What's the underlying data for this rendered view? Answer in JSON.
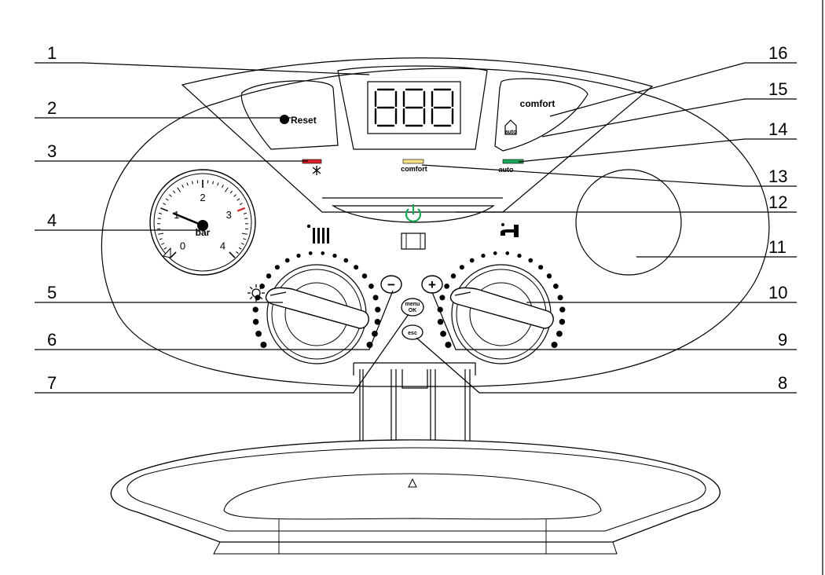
{
  "display": {
    "digits": "888"
  },
  "buttons": {
    "reset": {
      "label": "Reset"
    },
    "comfort": {
      "label": "comfort"
    },
    "auto": {
      "label": "auto"
    },
    "minus": {
      "label": "−"
    },
    "plus": {
      "label": "+"
    },
    "menu_ok": {
      "line1": "menu",
      "line2": "OK"
    },
    "esc": {
      "label": "esc"
    }
  },
  "indicators": {
    "fault": {
      "color": "#d9252a",
      "icon": "flame-lockout-icon"
    },
    "comfort": {
      "label": "comfort",
      "color": "#f6e08a"
    },
    "auto": {
      "label": "auto",
      "color": "#1aa85a"
    },
    "power": {
      "color": "#1aa85a",
      "icon": "power-icon"
    }
  },
  "gauge": {
    "unit": "bar",
    "ticks": [
      "0",
      "1",
      "2",
      "3",
      "4"
    ],
    "reading": 1,
    "red_mark": 3
  },
  "knobs": {
    "heating": {
      "icon": "radiator-icon",
      "mode_icon": "sun-icon"
    },
    "dhw": {
      "icon": "tap-icon"
    }
  },
  "callouts": {
    "left": [
      "1",
      "2",
      "3",
      "4",
      "5",
      "6",
      "7"
    ],
    "right": [
      "16",
      "15",
      "14",
      "13",
      "12",
      "11",
      "10",
      "9",
      "8"
    ]
  }
}
